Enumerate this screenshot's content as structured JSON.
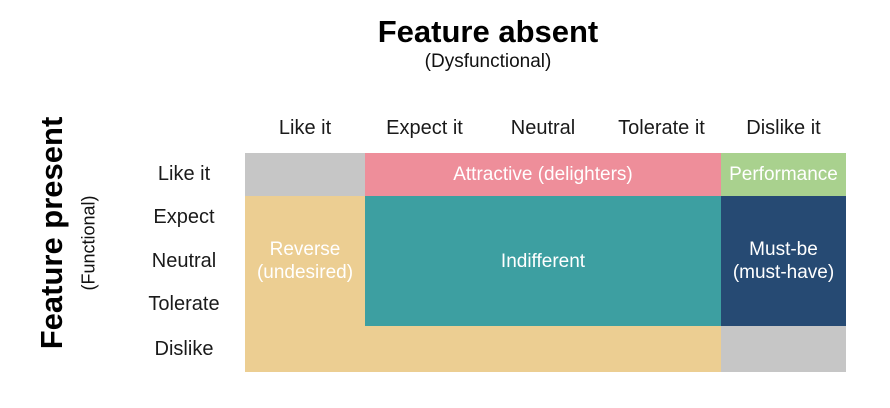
{
  "title": {
    "main": "Feature absent",
    "sub": "(Dysfunctional)"
  },
  "y_axis": {
    "main": "Feature present",
    "sub": "(Functional)"
  },
  "column_headers": [
    "Like it",
    "Expect it",
    "Neutral",
    "Tolerate it",
    "Dislike it"
  ],
  "row_headers": [
    "Like it",
    "Expect",
    "Neutral",
    "Tolerate",
    "Dislike"
  ],
  "regions": {
    "questionable_top_left": {
      "label": "",
      "color": "#c6c6c6"
    },
    "attractive": {
      "label": "Attractive (delighters)",
      "color": "#ee8e9a"
    },
    "performance": {
      "label": "Performance",
      "color": "#a9d18e"
    },
    "reverse": {
      "line1": "Reverse",
      "line2": "(undesired)",
      "color": "#ecce92"
    },
    "indifferent": {
      "label": "Indifferent",
      "color": "#3d9fa1"
    },
    "must_be": {
      "line1": "Must-be",
      "line2": "(must-have)",
      "color": "#264a73"
    },
    "reverse_bottom_band": {
      "color": "#ecce92"
    },
    "questionable_bottom_right": {
      "label": "",
      "color": "#c6c6c6"
    }
  },
  "region_label_text_color": "#ffffff"
}
